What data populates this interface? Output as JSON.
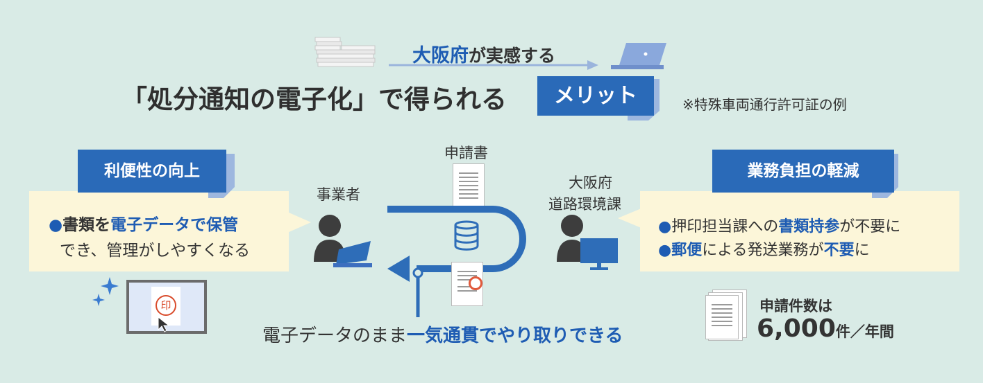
{
  "header": {
    "subtitle_accent": "大阪府",
    "subtitle_rest": "が実感する",
    "title": "「処分通知の電子化」で得られる",
    "badge": "メリット",
    "note": "※特殊車両通行許可証の例"
  },
  "left": {
    "heading": "利便性の向上",
    "line1_bullet": "●",
    "line1_a": "書類を",
    "line1_accent": "電子データで保管",
    "line2": "でき、管理がしやすくなる",
    "stamp_char": "印"
  },
  "center": {
    "application_label": "申請書",
    "business_label": "事業者",
    "office_label_1": "大阪府",
    "office_label_2": "道路環境課",
    "caption_a": "電子データのまま",
    "caption_accent": "一気通貫でやり取りできる"
  },
  "right": {
    "heading": "業務負担の軽減",
    "bullet": "●",
    "line1_a": "押印担当課への",
    "line1_accent": "書類持参",
    "line1_b": "が不要に",
    "line2_accent1": "郵便",
    "line2_a": "による発送業務が",
    "line2_accent2": "不要",
    "line2_b": "に",
    "count_label": "申請件数は",
    "count_value": "6,000",
    "count_unit": "件／年間"
  },
  "colors": {
    "background": "#d9ebe6",
    "accent_blue": "#1e5cb3",
    "ribbon_blue": "#2a6ab8",
    "cream": "#fcf6d9"
  }
}
